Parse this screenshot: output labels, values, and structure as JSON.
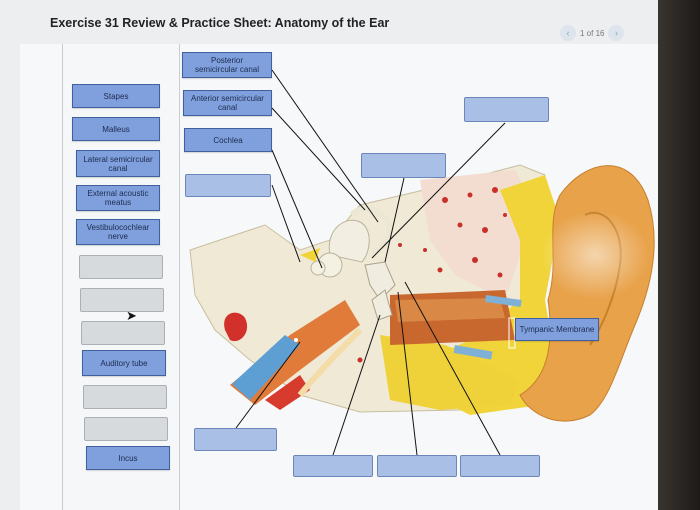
{
  "title": "Exercise 31 Review & Practice Sheet: Anatomy of the Ear",
  "pager": {
    "text": "1 of 16",
    "prev_icon": "‹",
    "next_icon": "›"
  },
  "bank_labels": [
    "Stapes",
    "Malleus",
    "Lateral semicircular\ncanal",
    "External acoustic\nmeatus",
    "Vestibulocochlear\nnerve",
    "Auditory tube",
    "Incus"
  ],
  "placed_labels": {
    "posterior": "Posterior\nsemicircular canal",
    "anterior": "Anterior semicircular\ncanal",
    "cochlea": "Cochlea",
    "tympanic": "Tympanic Membrane"
  },
  "colors": {
    "label_fill": "#7fa0dc",
    "drop_fill": "#a9bfe6",
    "empty_slot": "#d7dadd"
  }
}
